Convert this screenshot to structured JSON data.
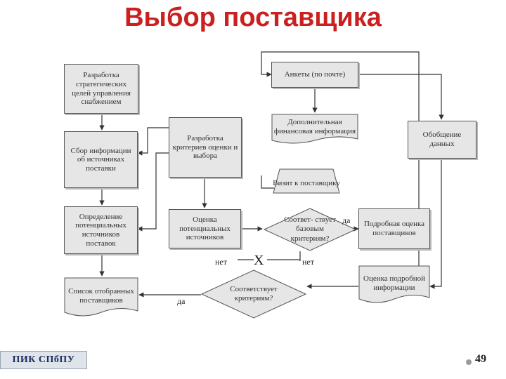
{
  "title": "Выбор поставщика",
  "nodes": {
    "strategic_goals": "Разработка стратегических целей управления снабжением",
    "collect_info": "Сбор информации об источниках поставки",
    "identify_sources": "Определение потенциальных источников поставок",
    "selected_list": "Список отобранных поставщиков",
    "criteria_dev": "Разработка критериев оценки и выбора",
    "evaluate_potential": "Оценка потенциальных источников",
    "mailed_forms": "Анкеты (по почте)",
    "financial_info": "Дополнительная финансовая информация",
    "site_visit": "Визит к поставщику",
    "basic_criteria": "Соответ- ствует базовым критериям?",
    "meets_criteria": "Соответствует критериям?",
    "summary": "Обобщение данных",
    "detailed_eval": "Подробная оценка поставщиков",
    "detailed_info_eval": "Оценка подробной информации"
  },
  "labels": {
    "yes_right": "да",
    "no_left": "нет",
    "no_right": "нет",
    "yes_left": "да",
    "cross": "X"
  },
  "footer": {
    "logo": "ПИК СПбПУ",
    "page_number": "49"
  },
  "colors": {
    "title": "#cc1f1f",
    "box_fill": "#e6e6e6",
    "box_border": "#555555"
  }
}
